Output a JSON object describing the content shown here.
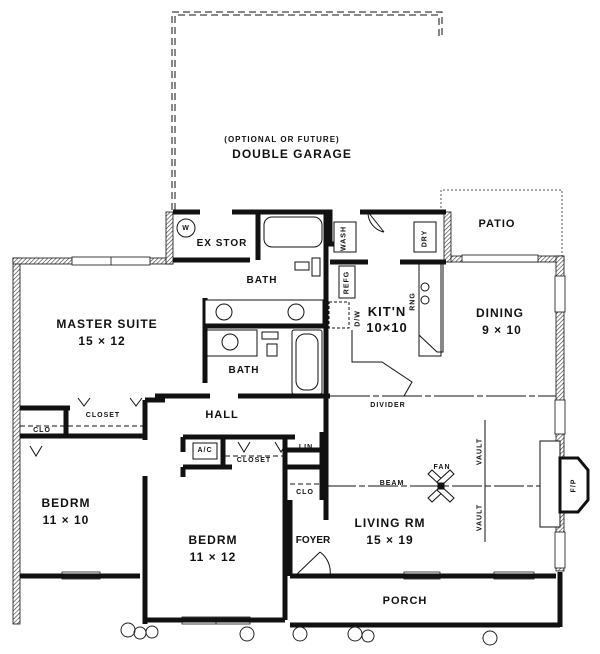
{
  "plan": {
    "colors": {
      "wall": "#111111",
      "background": "#ffffff",
      "hatch": "#444444"
    },
    "garage": {
      "note": "(OPTIONAL OR FUTURE)",
      "label": "DOUBLE GARAGE"
    },
    "rooms": {
      "ex_stor": {
        "label": "EX STOR",
        "fixture": "W"
      },
      "bath_upper": {
        "label": "BATH"
      },
      "bath_lower": {
        "label": "BATH"
      },
      "wash": {
        "label": "WASH"
      },
      "dry": {
        "label": "DRY"
      },
      "patio": {
        "label": "PATIO"
      },
      "master": {
        "label": "MASTER SUITE",
        "dims": "15 × 12"
      },
      "kitchen": {
        "label": "KIT'N",
        "dims": "10×10",
        "refg": "REFG",
        "dw": "D/W",
        "rng": "RNG"
      },
      "dining": {
        "label": "DINING",
        "dims": "9 × 10"
      },
      "divider": {
        "label": "DIVIDER"
      },
      "hall": {
        "label": "HALL"
      },
      "closet_master": {
        "label": "CLOSET"
      },
      "clo_left": {
        "label": "CLO"
      },
      "ac": {
        "label": "A/C"
      },
      "closet_mid": {
        "label": "CLOSET"
      },
      "lin": {
        "label": "LIN"
      },
      "clo_foyer": {
        "label": "CLO"
      },
      "bedrm_left": {
        "label": "BEDRM",
        "dims": "11 × 10"
      },
      "bedrm_mid": {
        "label": "BEDRM",
        "dims": "11 × 12"
      },
      "foyer": {
        "label": "FOYER"
      },
      "living": {
        "label": "LIVING RM",
        "dims": "15 × 19"
      },
      "porch": {
        "label": "PORCH"
      }
    },
    "annotations": {
      "fan": "FAN",
      "beam": "BEAM",
      "vault_top": "VAULT",
      "vault_bottom": "VAULT",
      "fireplace": "F/P"
    }
  }
}
